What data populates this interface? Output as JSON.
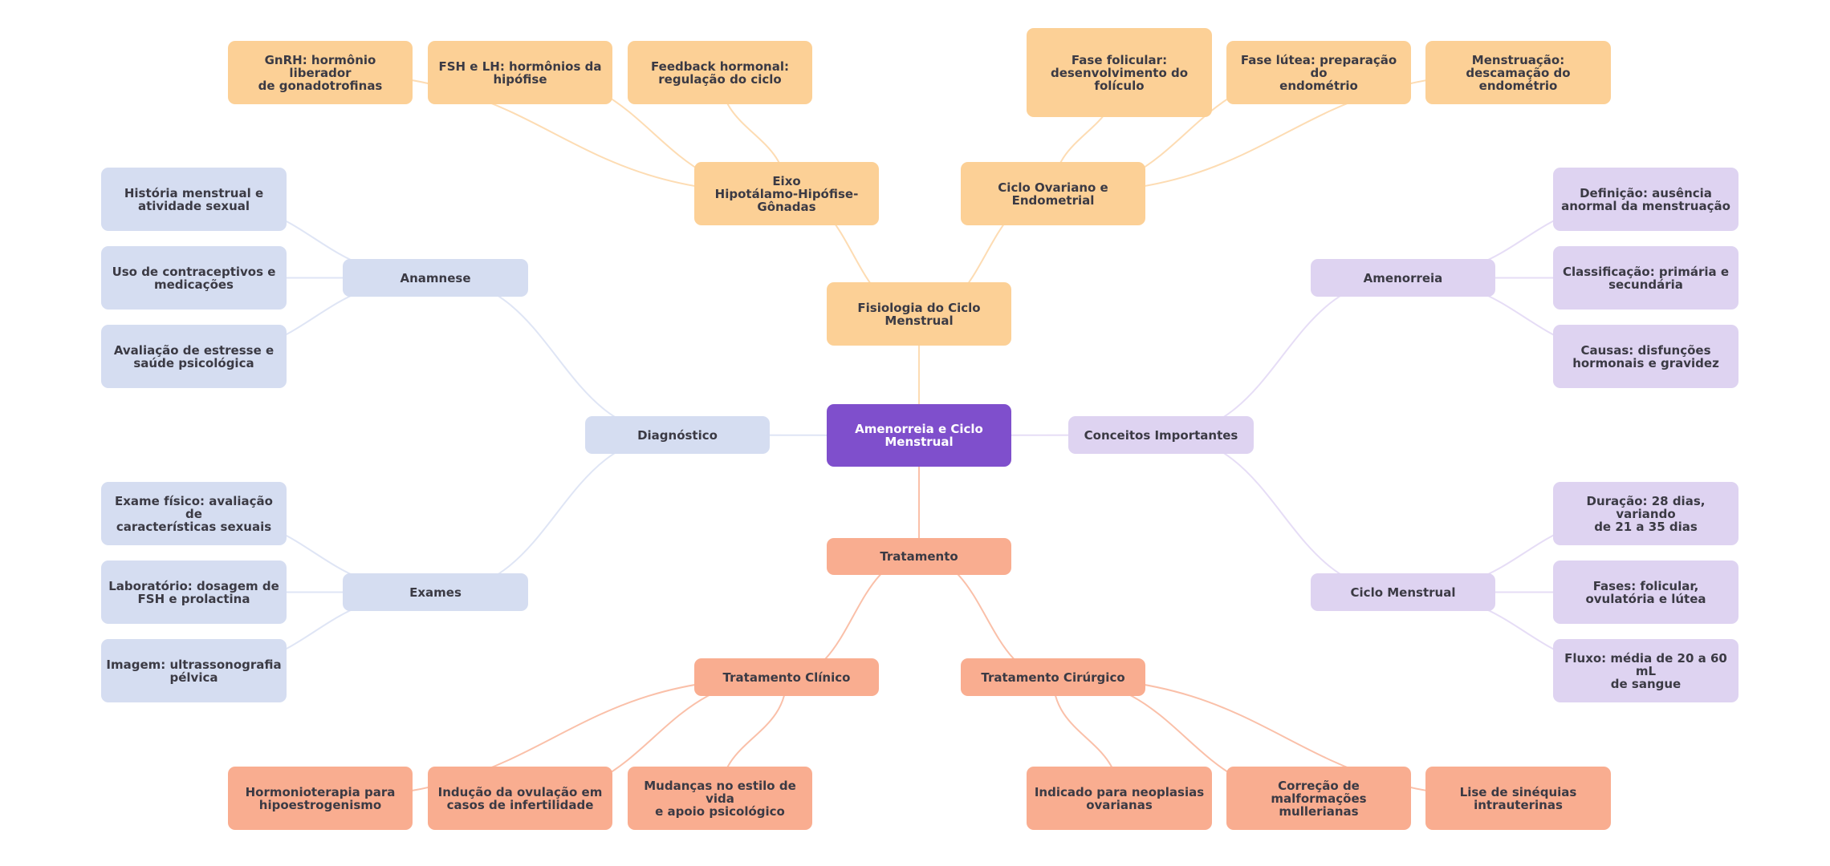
{
  "mindmap": {
    "title": "Amenorreia e Ciclo Menstrual",
    "colors": {
      "root": "#7f4fcc",
      "fisiologia": "#fcd096",
      "diagnostico": "#d5ddf1",
      "conceitos": "#ded3f1",
      "tratamento": "#f9ad90",
      "text": "#3b3a44",
      "root_text": "#ffffff"
    },
    "root": {
      "label": "Amenorreia e Ciclo\nMenstrual"
    },
    "fisiologia": {
      "label": "Fisiologia do Ciclo\nMenstrual",
      "eixo": {
        "label": "Eixo\nHipotálamo-Hipófise-Gônadas",
        "children": [
          "GnRH: hormônio liberador\nde gonadotrofinas",
          "FSH e LH: hormônios da\nhipófise",
          "Feedback hormonal:\nregulação do ciclo"
        ]
      },
      "ciclo_ovariano": {
        "label": "Ciclo Ovariano e\nEndometrial",
        "children": [
          "Fase folicular:\ndesenvolvimento do\nfolículo",
          "Fase lútea: preparação do\nendométrio",
          "Menstruação: descamação do\nendométrio"
        ]
      }
    },
    "diagnostico": {
      "label": "Diagnóstico",
      "anamnese": {
        "label": "Anamnese",
        "children": [
          "História menstrual e\natividade sexual",
          "Uso de contraceptivos e\nmedicações",
          "Avaliação de estresse e\nsaúde psicológica"
        ]
      },
      "exames": {
        "label": "Exames",
        "children": [
          "Exame físico: avaliação de\ncaracterísticas sexuais",
          "Laboratório: dosagem de\nFSH e prolactina",
          "Imagem: ultrassonografia\npélvica"
        ]
      }
    },
    "conceitos": {
      "label": "Conceitos Importantes",
      "amenorreia": {
        "label": "Amenorreia",
        "children": [
          "Definição: ausência\nanormal da menstruação",
          "Classificação: primária e\nsecundária",
          "Causas: disfunções\nhormonais e gravidez"
        ]
      },
      "ciclo_menstrual": {
        "label": "Ciclo Menstrual",
        "children": [
          "Duração: 28 dias, variando\nde 21 a 35 dias",
          "Fases: folicular,\novulatória e lútea",
          "Fluxo: média de 20 a 60 mL\nde sangue"
        ]
      }
    },
    "tratamento": {
      "label": "Tratamento",
      "clinico": {
        "label": "Tratamento Clínico",
        "children": [
          "Hormonioterapia para\nhipoestrogenismo",
          "Indução da ovulação em\ncasos de infertilidade",
          "Mudanças no estilo de vida\ne apoio psicológico"
        ]
      },
      "cirurgico": {
        "label": "Tratamento Cirúrgico",
        "children": [
          "Indicado para neoplasias\novarianas",
          "Correção de malformações\nmullerianas",
          "Lise de sinéquias\nintrauterinas"
        ]
      }
    }
  }
}
